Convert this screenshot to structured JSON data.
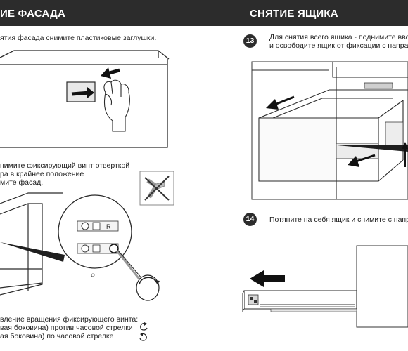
{
  "headers": {
    "left": "ИЕ ФАСАДА",
    "right": "СНЯТИЕ ЯЩИКА"
  },
  "left": {
    "top_instruction": "ятия фасада снимите пластиковые заглушки.",
    "screw_instruction": [
      "нимите фиксирующий винт отверткой",
      "ра в крайнее положение",
      "мите фасад."
    ],
    "panel_label": "R",
    "rotation_note": [
      "вление вращения фиксирующего винта:",
      "вая боковина) против часовой стрелки",
      "ая боковина) по часовой стрелке"
    ]
  },
  "right": {
    "step13": {
      "number": "13",
      "text": [
        "Для снятия всего ящика - поднимите вво",
        "и освободите ящик от фиксации с напра"
      ]
    },
    "step14": {
      "number": "14",
      "text": "Потяните на себя ящик и снимите с напр"
    }
  },
  "icons": [
    "no-screwdriver-icon",
    "rotate-counterclockwise-icon",
    "rotate-clockwise-icon"
  ],
  "colors": {
    "header_bg": "#2c2c2c",
    "header_text": "#ffffff",
    "line": "#2a2a2a"
  }
}
